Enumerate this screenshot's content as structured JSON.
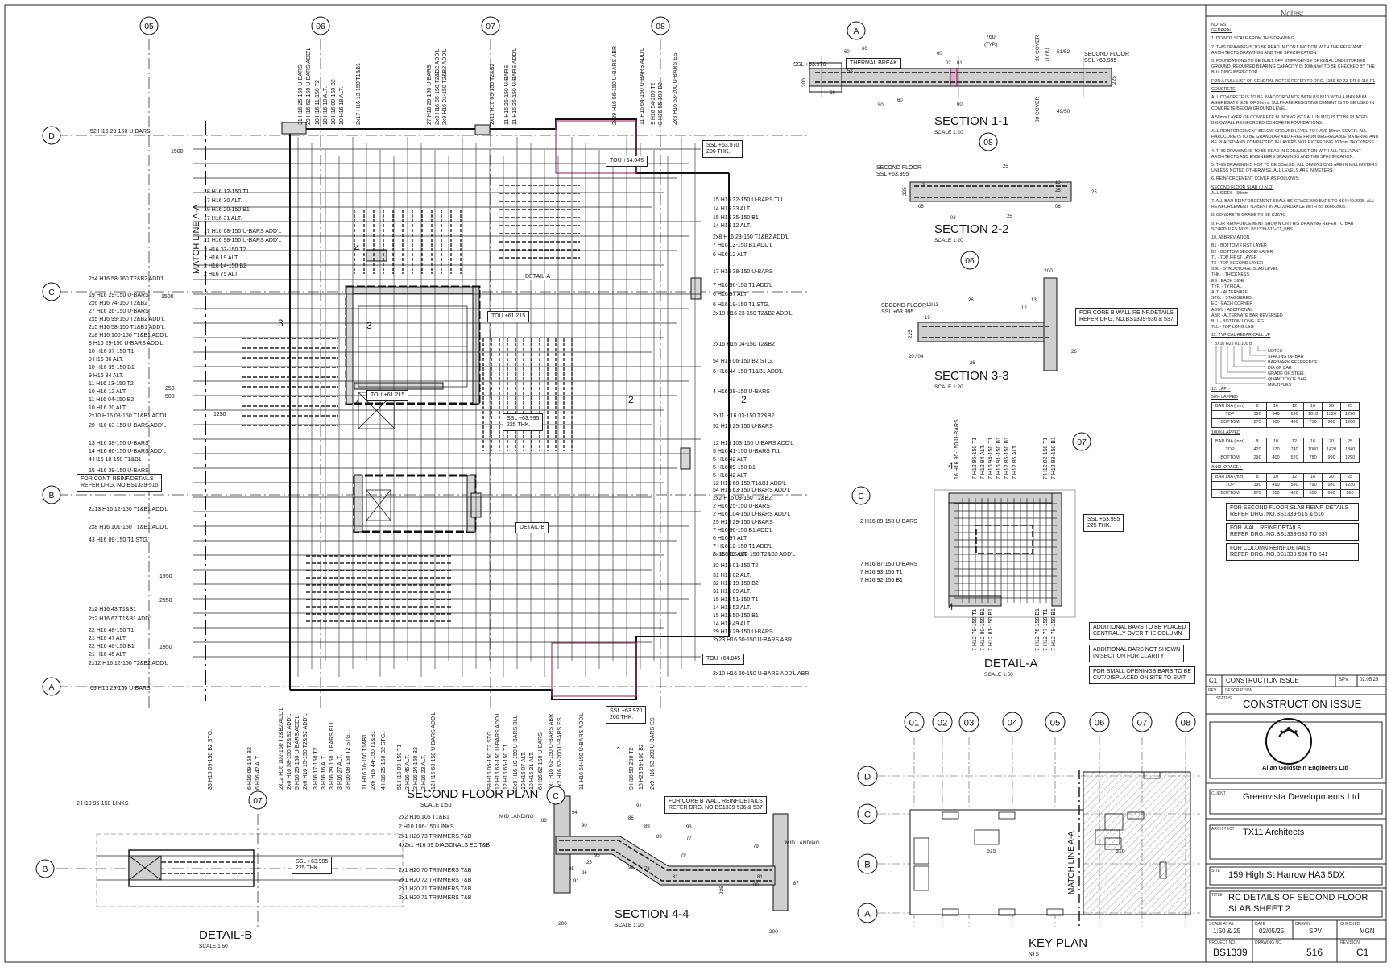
{
  "drawing": {
    "main_title": "SECOND FLOOR PLAN",
    "main_scale": "SCALE 1:50",
    "grid_columns": [
      "05",
      "06",
      "07",
      "08"
    ],
    "grid_rows": [
      "D",
      "C",
      "B",
      "A"
    ],
    "match_line": "MATCH LINE A-A",
    "dim_1500": "1500",
    "dim_250": "250",
    "dim_500": "500",
    "dim_1250": "1250",
    "dim_1950a": "1950",
    "dim_2950": "2950",
    "dim_1950b": "1950",
    "dim_1500b": "1500",
    "detail_a_tag": "DETAIL-A",
    "detail_b_tag": "DETAIL-B",
    "tou_1": "TOU +64.045",
    "tou_2": "TOU +61.215",
    "tou_3": "TOU +61.215",
    "tou_4": "TOU +64.045",
    "ssl_1": "SSL +63.970",
    "ssl_1b": "200 THK.",
    "ssl_2": "SSL +63.995",
    "ssl_2b": "225 THK.",
    "ssl_3": "SSL +63.970",
    "ssl_3b": "200 THK.",
    "cont_reinf_1": "FOR CONT. REINF.DETAILS",
    "cont_reinf_2": "REFER DRG. NO.BS1339-515",
    "left_labels": [
      "52 H16 29-150 U-BARS",
      "18 H16 12-150 T1",
      "17 H16 30 ALT.",
      "18 H16 20-150 B1",
      "17 H16 31 ALT.",
      "17 H16 68-150 U-BARS ADD'L",
      "21 H16 98-150 U-BARS ADD'L",
      "2 H16 03-150 T2",
      "2 H16 19 ALT.",
      "2 H16 14-150 B2",
      "2 H16 75 ALT.",
      "2x4 H16 58-160 T2&B2 ADD'L",
      "19 H16 29-150 U-BARS",
      "2x6 H16 74-150 T2&B2",
      "27 H16 26-150 U-BARS",
      "2x5 H16 99-150 T2&B2 ADD'L",
      "2x5 H16 58-150 T1&B1 ADD'L",
      "2x8 H16 100-150 T1&B1 ADD'L",
      "8 H16 29-150 U-BARS ADD'L",
      "10 H16 37-150 T1",
      "9 H16 36 ALT.",
      "10 H16 35-150 B1",
      "9 H16 34 ALT.",
      "11 H16 13-150 T2",
      "10 H16 12 ALT.",
      "11 H16 04-150 B2",
      "10 H16 20 ALT.",
      "2x10 H16 03-150 T1&B1 ADD'L",
      "29 H16 63-150 U-BARS ADD'L",
      "13 H16 38-150 U-BARS",
      "14 H16 66-150 U-BARS ADD'L",
      "4 H16 10-150 T1&B1",
      "15 H16 39-150 U-BARS",
      "2x13 H16 12-150 T1&B1 ADD'L",
      "2x8 H16 101-150 T1&B1 ADD'L",
      "43 H16 09-150 T1 STG.",
      "2x2 H16 43 T1&B1",
      "2x2 H16 67 T1&B1 ADD'L",
      "22 H16 48-150 T1",
      "21 H16 47 ALT.",
      "22 H16 46-150 B1",
      "21 H16 45 ALT.",
      "2x12 H16 12-150 T2&B2 ADD'L",
      "69 H16 29-150 U-BARS"
    ],
    "right_labels": [
      "15 H16 32-150 U-BARS TLL",
      "14 H16 33 ALT.",
      "15 H16 35-150 B1",
      "14 H16 12 ALT.",
      "2x8 H16 23-150 T1&B2 ADD'L",
      "7 H16 13-150 B1 ADD'L",
      "6 H16 12 ALT.",
      "17 H16 38-150 U-BARS",
      "7 H16 96-150 T1 ADD'L",
      "6 H16 97 ALT.",
      "6 H16 19-150 T1 STG.",
      "2x18 H16 23-150 T2&B2 ADD'L",
      "2x16 H16 04-150 T2&B2",
      "54 H16 06-150 B2 STG.",
      "6 H16 44-150 T1&B1 ADD'L",
      "4 H16 38-150 U-BARS",
      "2x11 H16 03-150 T2&B2",
      "92 H16 25-150 U-BARS",
      "12 H16 103-150 U-BARS ADD'L",
      "5 H16 41-150 U-BARS TLL",
      "5 H16 42 ALT.",
      "5 H16 09-150 B1",
      "5 H16 42 ALT.",
      "12 H16 68-150 T1&B1 ADD'L",
      "54 H16 63-150 U-BARS ADD'L",
      "2x2 H16 09-150 T2&B2",
      "2 H16 25-150 U-BARS",
      "2 H16 104-150 U-BARS ADD'L",
      "25 H16 29-150 U-BARS",
      "7 H16 96-150 B1 ADD'L",
      "6 H16 97 ALT.",
      "7 H16 12-150 T1 ADD'L",
      "6 H16 13 ALT.",
      "2x15 H16 102-150 T2&B2 ADD'L",
      "32 H16 01-150 T2",
      "31 H16 02 ALT.",
      "32 H16 19-150 B2",
      "31 H16 09 ALT.",
      "15 H16 51-150 T1",
      "14 H16 52 ALT.",
      "15 H16 50-150 B1",
      "14 H16 49 ALT.",
      "29 H16 29-150 U-BARS",
      "2x23 H16 60-150 U-BARS ABR",
      "2x10 H16 60-150 U-BARS ADD'L ABR"
    ],
    "top_labels": [
      "31 H16 25-150 U-BARS",
      "29 H16 62-150 U-BARS ADD'L",
      "10 H16 11-150 T2",
      "10 H16 10 ALT.",
      "10 H16 09-150 B2",
      "10 H16 18 ALT.",
      "2x17 H16 13-150 T1&B1",
      "27 H16 26-150 U-BARS",
      "2x9 H16 65-150 T2&B2 ADD'L",
      "2x9 H16 01-150 T2&B2 ADD'L",
      "2x11 H16 05-150 T2&B2",
      "11 H16 25-150 U-BARS",
      "11 H16 26-150 U-BARS ADD'L",
      "2x29 H16 56-150 U-BARS ABR",
      "11 H16 64-150 U-BARS ADD'L",
      "9 H16 54-200 T2",
      "9 H25 55-100 B2",
      "2x9 H16 53-200 U-BARS ES"
    ],
    "bottom_labels": [
      "35 H16 09-150 B2 STG.",
      "6 H16 09-150 B2",
      "6 H16 42 ALT.",
      "2x12 H16 102-150 T2&B2 ADD'L",
      "2x6 H16 58-150 T2&B2 ADD'L",
      "5 H16 25-150 U-BARS ADD'L",
      "2x6 H16 15-150 T2&B2 ADD'L",
      "3 H16 17-150 T2",
      "3 H16 16 ALT.",
      "3 H16 29-150 U-BARS BLL",
      "3 H16 27 ALT.",
      "3 H16 08-150 T2 STG.",
      "11 H16 10-150 T1&B1",
      "2x6 H16 44-150 T1&B1",
      "4 H16 25-150 B2 STG.",
      "51 H16 09-150 T1",
      "2 H16 45 ALT.",
      "2 H16 24-150 B2",
      "2 H16 23 ALT.",
      "12 H16 68-150 U-BARS ADD'L",
      "59 H16 06-150 T2 STG.",
      "12 H16 63-150 U-BARS ADD'L",
      "12 H16 65-150 T1",
      "2x9 H16 10-150 U-BARS BLL",
      "10 H16 07 ALT.",
      "10 H16 21 ALT.",
      "6 H16 62-150 U-BARS",
      "2x7 H16 61-150 U-BARS ABR",
      "2x2 H16 57-200 U-BARS ES",
      "11 H16 64-150 U-BARS ADD'L",
      "9 H16 58-200 T2",
      "16 H25 59-100 B2",
      "2x9 H16 53-200 U-BARS ES"
    ],
    "det_a_right": "12 H16 103-150 U-BARS ADD'L"
  },
  "section_1": {
    "title": "SECTION 1-1",
    "scale": "SCALE 1:20",
    "bubble": "A",
    "thermal_break": "THERMAL BREAK",
    "ssl": "SSL +63.970",
    "second_floor": "SECOND FLOOR",
    "ssl_b": "SSL +63.995",
    "dim_760": "760",
    "typ": "(TYP.)",
    "cover_1": "30 COVER",
    "cover_2": "30 COVER",
    "typ2": "(TYP.)",
    "ref_5152": "51/52",
    "ref_4950": "49/50",
    "d200": "200",
    "d225": "225",
    "n60a": "60",
    "n60b": "60",
    "n60c": "60",
    "n80": "80",
    "n58": "58",
    "n59": "59",
    "n02": "02",
    "n01": "01",
    "n60d": "60",
    "n60e": "60"
  },
  "section_2": {
    "title": "SECTION 2-2",
    "scale": "SCALE 1:20",
    "bubble": "08",
    "second_floor": "SECOND FLOOR",
    "ssl": "SSL +63.995",
    "n25a": "25",
    "n25b": "25",
    "n25c": "25",
    "n25d": "25",
    "n19a": "19",
    "n19b": "19",
    "n06a": "06",
    "n06b": "06",
    "n03": "03",
    "d225": "225"
  },
  "section_3": {
    "title": "SECTION 3-3",
    "scale": "SCALE 1:20",
    "bubble": "06",
    "second_floor": "SECOND FLOOR",
    "ssl": "SSL +63.995",
    "ref_1": "FOR CORE B WALL REINF.DETAILS",
    "ref_2": "REFER DRG. NO.BS1339-536 & 537",
    "d200": "200",
    "n1213": "12/13",
    "n26a": "26",
    "n19": "19",
    "n2004": "20 / 04",
    "n26b": "26",
    "n26c": "26",
    "n13": "13",
    "n12": "12",
    "d225": "225"
  },
  "detail_a": {
    "title": "DETAIL-A",
    "scale": "SCALE 1:50",
    "bubble_c": "C",
    "bubble_07": "07",
    "sec_4": "4",
    "left_1": "2 H16 89-150 U-BARS",
    "left_2": "7 H16 87-150 U-BARS",
    "left_3": "7 H16 93-150 T1",
    "left_4": "7 H16 92-150 B1",
    "top_labels": [
      "16 H16 90-150 U-BARS",
      "7 H12 86-150 T1",
      "7 H12 84 ALT.",
      "7 H16 94-150 T1",
      "7 H16 91-150 B1",
      "7 H12 85-150 B1",
      "7 H12 86 ALT.",
      "7 H12 82-150 T1",
      "7 H12 83-150 B1"
    ],
    "bottom_labels": [
      "7 H12 79-150 T1",
      "7 H12 80-150 B1",
      "7 H12 81-150 B1",
      "7 H12 76-150 B1",
      "7 H12 77-150 T1",
      "7 H12 78-150 B1"
    ],
    "ssl": "SSL +63.995",
    "thk": "225 THK.",
    "note_1a": "ADDITIONAL BARS TO BE PLACED",
    "note_1b": "CENTRALLY OVER THE COLUMN",
    "note_2a": "ADDITIONAL BARS NOT SHOWN",
    "note_2b": "IN SECTION FOR CLARITY",
    "note_3a": "FOR SMALL OPENINGS BARS TO BE",
    "note_3b": "CUT/DISPLACED ON SITE TO SUIT"
  },
  "detail_b": {
    "title": "DETAIL-B",
    "scale": "SCALE 1:50",
    "bubble_b": "B",
    "bubble_07": "07",
    "links": "2 H10 95-150 LINKS",
    "ssl": "SSL +63.995",
    "thk": "225 THK.",
    "labels": [
      "2x2 H16 105 T1&B1",
      "2 H10 106-150 LINKS",
      "2x1 H20 73 TRIMMERS T&B",
      "4x2x1 H16 69 DIAGONALS EC T&B",
      "2x1 H20 70 TRIMMERS T&B",
      "2x1 H20 72 TRIMMERS T&B",
      "2x1 H20 71 TRIMMERS T&B",
      "2x1 H20 71 TRIMMERS T&B"
    ]
  },
  "section_4": {
    "title": "SECTION 4-4",
    "scale": "SCALE 1:20",
    "bubble": "C",
    "mid_landing_1": "MID LANDING",
    "mid_landing_2": "MID LANDING",
    "ref_1": "FOR CORE B WALL REINF.DETAILS",
    "ref_2": "REFER DRG. NO.BS1339-536 & 537",
    "d200a": "200",
    "d200b": "200",
    "d225": "225",
    "n88": "88",
    "n94": "94",
    "n90": "90",
    "n91": "91",
    "n86": "86",
    "n89a": "89",
    "n89b": "89",
    "n93": "93",
    "n77": "77",
    "n85": "85",
    "n26": "26",
    "n79a": "79",
    "n79b": "79",
    "n95": "95",
    "n92": "92",
    "n78": "78",
    "n81a": "81",
    "n81b": "81",
    "n80": "80",
    "n87": "87",
    "n25": "25",
    "n9191": "91"
  },
  "key_plan": {
    "title": "KEY PLAN",
    "scale": "NTS",
    "columns": [
      "01",
      "02",
      "03",
      "04",
      "05",
      "06",
      "07",
      "08"
    ],
    "rows": [
      "D",
      "C",
      "B",
      "A"
    ],
    "match_line": "MATCH LINE A-A",
    "drg_515": "515",
    "drg_516": "516"
  },
  "notes": {
    "header": "Notes:",
    "general_head": "NOTES:",
    "general": "GENERAL",
    "items": [
      "1. DO NOT SCALE FROM THIS DRAWING.",
      "2. THIS DRAWING IS TO BE READ IN CONJUNCTION WITH THE RELEVANT ARCHITECTS DRAWINGS AND THE SPECIFICATION.",
      "3. FOUNDATIONS TO BE BUILT OFF STIFF/DENSE ORIGINAL UNDISTURBED GROUND. REQUIRED BEARING CAPACITY IS 100kN/m² TO BE CHECKED BY THE BUILDING INSPECTOR"
    ],
    "general_ref": "FOR A FULL LIST OF GENERAL NOTES REFER TO DRG. 1339-S0-ZZ-DR-S-116-P1",
    "concrete": "CONCRETE",
    "concrete_items": [
      "ALL CONCRETE IS TO BE IN ACCORDANCE WITH BS 8110 WITH A MAXIMUM AGGREGATE SIZE OF 20mm. SULPHATE RESISTING CEMENT IS TO BE USED IN CONCRETE BELOW GROUND LEVEL.",
      "A 50mm LAYER OF CONCRETE BLINDING (ST1 ALL IN MIX) IS TO BE PLACED BELOW ALL REINFORCED CONCRETE FOUNDATIONS.",
      "ALL REINFORCEMENT BELOW GROUND LEVEL TO HAVE 50mm COVER. ALL HARDCORE IS TO BE GRANULAR AND FREE FROM DEGRADABLE MATERIAL AND BE PLACED AND COMPACTED IN LAYERS NOT EXCEEDING 200mm THICKNESS.",
      "4. THIS DRAWING IS TO BE READ IN CONJUNCTION WITH ALL RELEVANT ARCHITECTS AND ENGINEERS DRAWINGS AND THE SPECIFICATION.",
      "5. THIS DRAWING IS NOT TO BE SCALED. ALL DIMENSIONS ARE IN MILLIMETERS UNLESS NOTED OTHERWISE. ALL LEVELS ARE IN METERS.",
      "6. REINFORCEMENT COVER AS FOLLOWS:"
    ],
    "cover_head": "SECOND FLOOR SLAB (U.N.O)",
    "cover_line": "ALL SIDES - 30mm",
    "more_items": [
      "7. ALL BAR REINFORCEMENT SHALL BE GRADE 500 BARS TO BS4449:2005. ALL REINFORCEMENT TO BENT IN ACCORDANCE WITH BS 8666:2005.",
      "8. CONCRETE GRADE TO BE C32/40",
      "9. FOR REINFORCEMENT SHOWN ON THIS DRAWING REFER TO BAR SCHEDULES NO'S: BS1339-516-C1_BBS.",
      "10. ABBREVIATION"
    ],
    "abbreviations": [
      "B1 - BOTTOM FIRST LAYER",
      "B2 - BOTTOM SECOND LAYER",
      "T1 - TOP FIRST LAYER",
      "T2 - TOP SECOND LAYER",
      "SSL - STRUCTURAL SLAB LEVEL",
      "THK. - THICKNESS",
      "ES - EACH SIDE",
      "TYP. - TYPICAL",
      "ALT. - ALTERNATE",
      "STG. - STAGGERED",
      "EC - EACH CORNER",
      "ADD'L - ADDITIONAL",
      "ABR - ALTERNATE BAR REVERSED",
      "BLL - BOTTOM LONG LEG",
      "TLL - TOP LONG LEG"
    ],
    "callup_head": "11. TYPICAL REBAR CALL UP",
    "callup_example": "3X10 H25 01-100 B",
    "callup_parts": [
      "NOTES",
      "SPACING OF BAR",
      "BAR MARK REFERENCE",
      "DIA OF BAR",
      "GRADE OF STEEL",
      "QUANTITY OF BAR",
      "MULTIPLES"
    ],
    "lap_head": "12. LAP :-",
    "lap_50": "50% LAPPED",
    "lap_100": "100% LAPPED",
    "anchorage": "ANCHORAGE :-",
    "bar_dia_label": "BAR DIA (mm)",
    "bar_dias": [
      "8",
      "10",
      "12",
      "16",
      "20",
      "25"
    ],
    "lap50_rows": [
      {
        "label": "TOP",
        "values": [
          "390",
          "540",
          "690",
          "1010",
          "1320",
          "1720"
        ]
      },
      {
        "label": "BOTTOM",
        "values": [
          "270",
          "380",
          "490",
          "710",
          "930",
          "1200"
        ]
      }
    ],
    "lap100_rows": [
      {
        "label": "TOP",
        "values": [
          "420",
          "570",
          "740",
          "1080",
          "1420",
          "1840"
        ]
      },
      {
        "label": "BOTTOM",
        "values": [
          "290",
          "400",
          "520",
          "780",
          "990",
          "1290"
        ]
      }
    ],
    "anch_rows": [
      {
        "label": "TOP",
        "values": [
          "390",
          "490",
          "590",
          "790",
          "980",
          "1230"
        ]
      },
      {
        "label": "BOTTOM",
        "values": [
          "270",
          "350",
          "420",
          "550",
          "690",
          "860"
        ]
      }
    ],
    "refs": [
      [
        "FOR SECOND FLOOR SLAB REINF. DETAILS",
        "REFER DRG. NO.BS1339-515 & 516"
      ],
      [
        "FOR WALL REINF.DETAILS",
        "REFER DRG. NO.BS1339-533 TO 537"
      ],
      [
        "FOR COLUMN REINF.DETAILS",
        "REFER DRG. NO.BS1339-538 TO 541"
      ]
    ]
  },
  "title_block": {
    "rev_code": "C1",
    "rev_desc": "CONSTRUCTION ISSUE",
    "rev_by": "SPV",
    "rev_date": "02.05.25",
    "rev_head": "REV.",
    "desc_head": "DESCRIPTION",
    "status_head": "STATUS",
    "status": "CONSTRUCTION ISSUE",
    "company": "Allan Goldstein Engineers Ltd",
    "client_head": "CLIENT",
    "client": "Greenvista Developments Ltd",
    "architect_head": "ARCHITECT",
    "architect": "TX11 Architects",
    "site_head": "SITE",
    "site": "159 High St Harrow HA3 5DX",
    "title_head": "TITLE",
    "title_1": "RC DETAILS OF SECOND FLOOR",
    "title_2": "SLAB SHEET 2",
    "scale_head": "SCALE AT A1",
    "scale": "1:50 & 25",
    "date_head": "DATE",
    "date": "02/05/25",
    "drawn_head": "DRAWN",
    "drawn": "SPV",
    "checked_head": "CHECKED",
    "checked": "MGN",
    "project_head": "PROJECT NO.",
    "project": "BS1339",
    "drawing_head": "DRAWING NO.",
    "drawing_no": "516",
    "revision_head": "REVISION",
    "revision": "C1"
  }
}
